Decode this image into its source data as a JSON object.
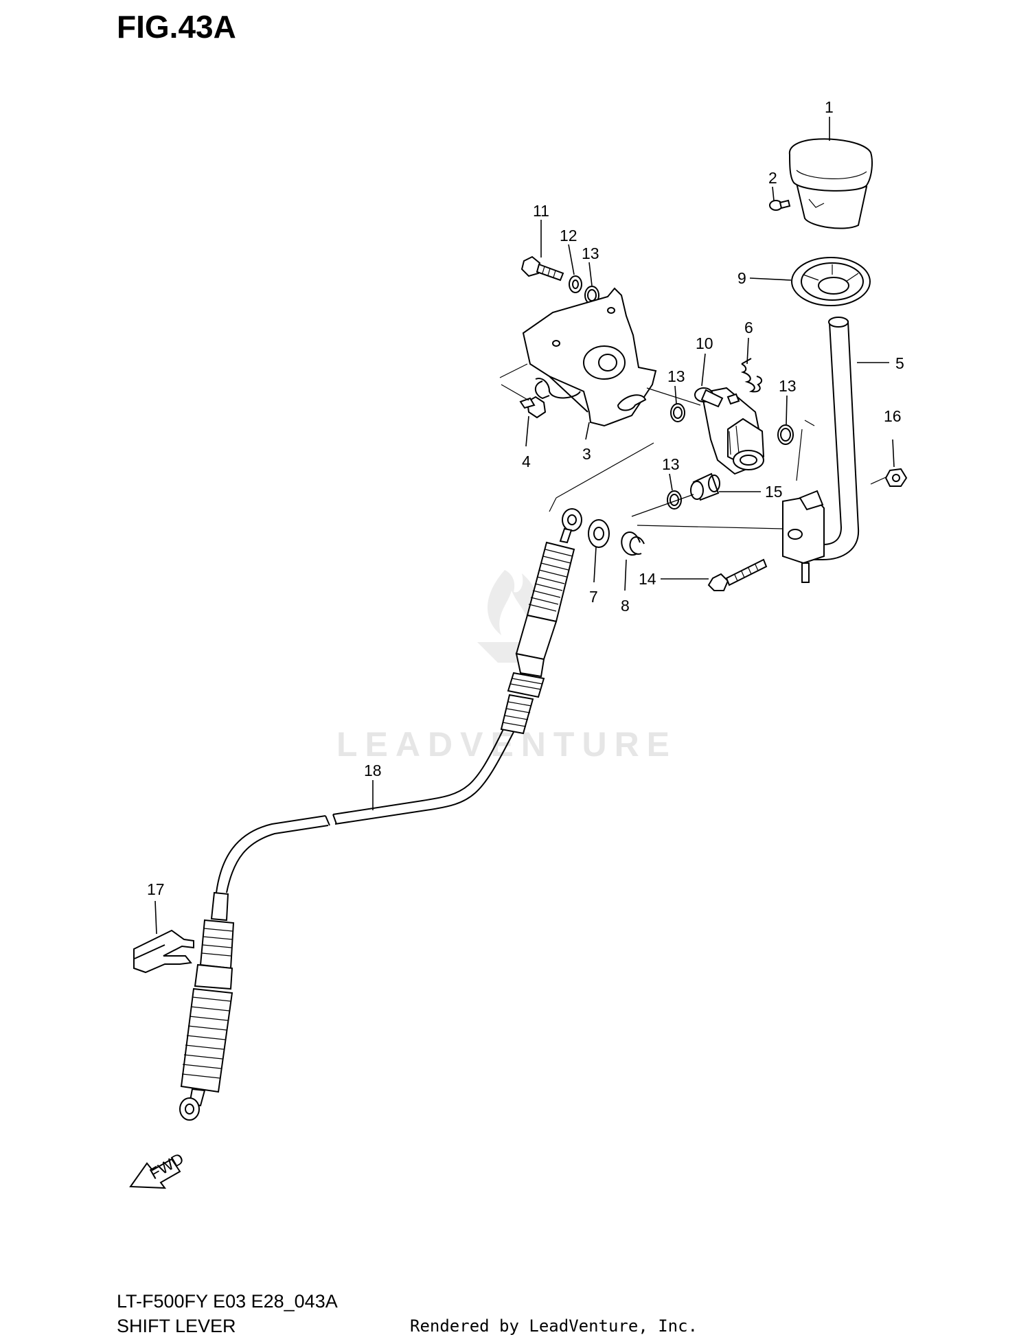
{
  "figure_title": "FIG.43A",
  "model_code": "LT-F500FY E03 E28_043A",
  "section_name": "SHIFT LEVER",
  "render_credit": "Rendered by LeadVenture, Inc.",
  "watermark": "LEADVENTURE",
  "fwd_label": "FWD",
  "callouts": {
    "c1": "1",
    "c2": "2",
    "c3": "3",
    "c4": "4",
    "c5": "5",
    "c6": "6",
    "c7": "7",
    "c8": "8",
    "c9": "9",
    "c10": "10",
    "c11": "11",
    "c12": "12",
    "c13a": "13",
    "c13b": "13",
    "c13c": "13",
    "c13d": "13",
    "c14": "14",
    "c15": "15",
    "c16": "16",
    "c17": "17",
    "c18": "18"
  }
}
